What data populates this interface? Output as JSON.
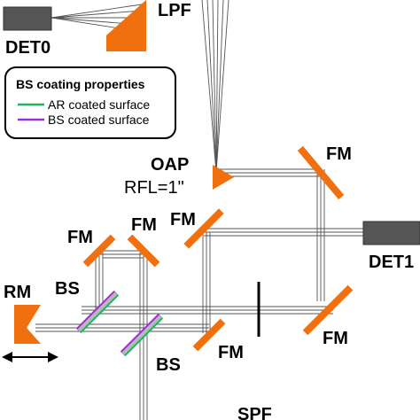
{
  "labels": {
    "lpf": "LPF",
    "det0": "DET0",
    "det1": "DET1",
    "oap": "OAP",
    "rfl": "RFL=1\"",
    "fm": "FM",
    "bs": "BS",
    "rm": "RM",
    "spf": "SPF"
  },
  "legend": {
    "title": "BS coating properties",
    "items": [
      {
        "label": "AR coated surface",
        "color": "#1db45a"
      },
      {
        "label": "BS coated surface",
        "color": "#9b30d0"
      }
    ]
  },
  "colors": {
    "optic": "#f07010",
    "detector": "#555555",
    "beam": "#555555"
  }
}
